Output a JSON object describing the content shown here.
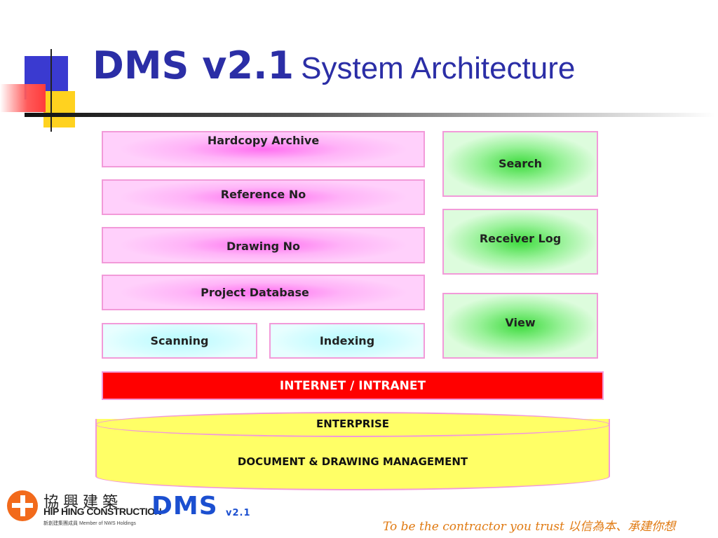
{
  "title": {
    "main": "DMS v2.1",
    "sub": "System Architecture"
  },
  "diagram": {
    "left_stack": [
      {
        "label": "Hardcopy Archive"
      },
      {
        "label": "Reference No"
      },
      {
        "label": "Drawing No"
      },
      {
        "label": "Project Database"
      }
    ],
    "bottom_pair": [
      {
        "label": "Scanning"
      },
      {
        "label": "Indexing"
      }
    ],
    "right_column": [
      {
        "label": "Search"
      },
      {
        "label": "Receiver Log"
      },
      {
        "label": "View"
      }
    ],
    "network_bar": "INTERNET / INTRANET",
    "enterprise": {
      "top_label": "ENTERPRISE",
      "body_label": "DOCUMENT & DRAWING MANAGEMENT"
    }
  },
  "footer": {
    "company_chinese": "協興建築",
    "company_name": "HIP HING CONSTRUCTION",
    "company_sub": "新創建集團成員   Member of NWS Holdings",
    "product_logo": "DMS",
    "product_version": "v2.1",
    "tagline": "To be the contractor you trust 以信為本、承建你想"
  },
  "colors": {
    "title": "#2b2ea6",
    "pink_box": "#ff6ef0",
    "cyan_box": "#b7fbff",
    "green_box": "#3ddb3d",
    "network_bar": "#ff0000",
    "enterprise": "#ffff66",
    "tagline": "#e07a12",
    "logo": "#f26a1b"
  }
}
